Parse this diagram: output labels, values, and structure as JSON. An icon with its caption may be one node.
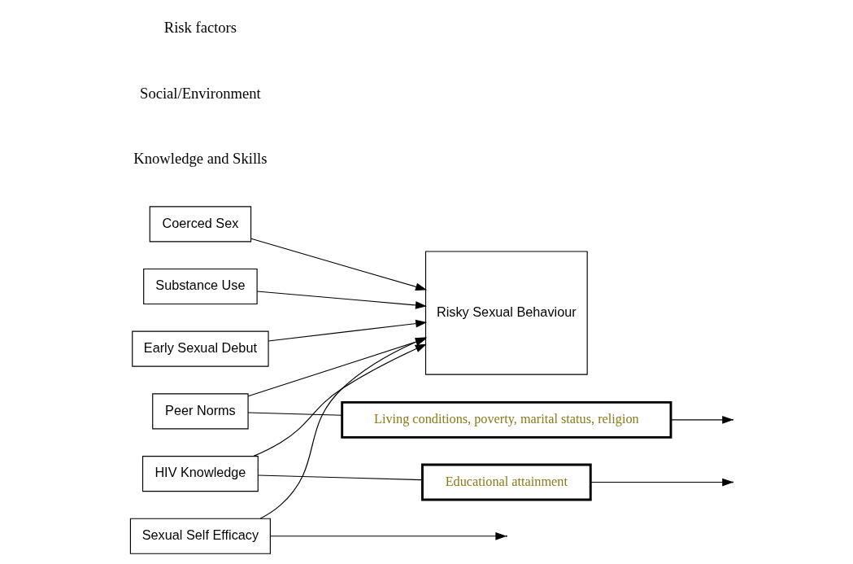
{
  "diagram": {
    "nodes": [
      {
        "text": [
          "Coerced Sex"
        ]
      },
      {
        "text": [
          "Substance Use"
        ]
      },
      {
        "text": [
          "Early Sexual Debut"
        ]
      },
      {
        "text": [
          "Risky Sexual Behaviour"
        ]
      },
      {
        "text": [
          "Living conditions, poverty, marital status, religion"
        ]
      },
      {
        "text": [
          "Educational attainment"
        ]
      },
      {
        "text": [
          "Peer Norms"
        ]
      },
      {
        "text": [
          "HIV Knowledge"
        ]
      },
      {
        "text": [
          "Sexual Self Efficacy"
        ]
      }
    ],
    "edges": [
      {
        "from": 0,
        "to": 3,
        "arrow": "to"
      },
      {
        "from": 1,
        "to": 3,
        "arrow": "to"
      },
      {
        "from": 2,
        "to": 3,
        "arrow": "to"
      },
      {
        "from": 4,
        "to": null,
        "arrow": "to"
      },
      {
        "from": 5,
        "to": null,
        "arrow": "to"
      },
      {
        "from": 8,
        "to": null,
        "arrow": "to"
      },
      {
        "from": 6,
        "to": 4,
        "arrow": "none"
      },
      {
        "from": 7,
        "to": 5,
        "arrow": "none"
      },
      {
        "from": 8,
        "to": 3,
        "arrow": "to"
      },
      {
        "from": 7,
        "to": 3,
        "arrow": "to"
      },
      {
        "from": 6,
        "to": 3,
        "arrow": "to"
      }
    ],
    "labels": [
      "Risk factors",
      "Social/Environment",
      "Knowledge and Skills"
    ]
  }
}
